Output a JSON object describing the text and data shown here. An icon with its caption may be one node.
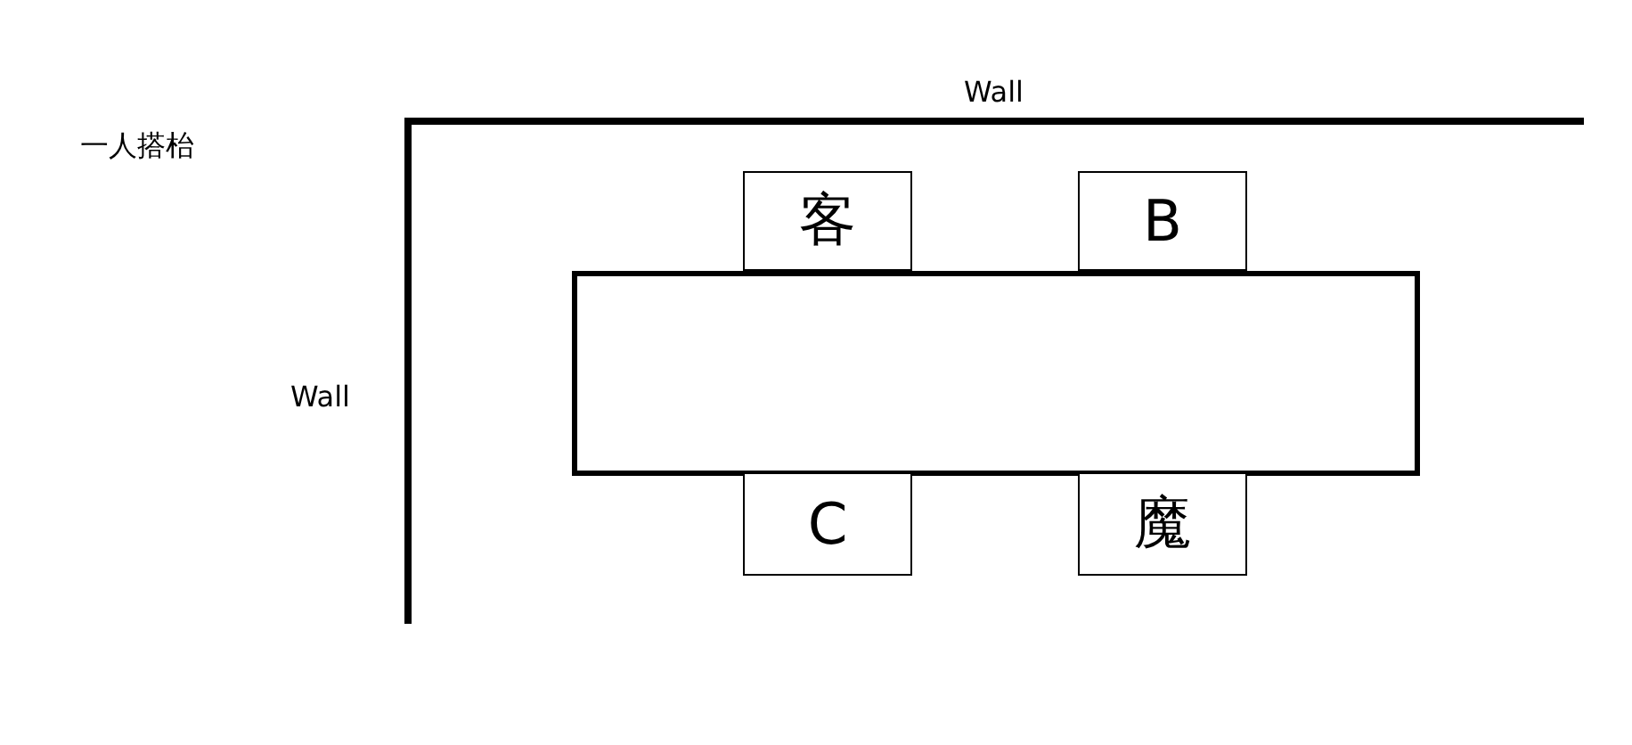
{
  "diagram": {
    "nodes": [
      {
        "text": [
          "客"
        ]
      },
      {
        "text": [
          "B"
        ]
      },
      {
        "text": [],
        "shape": "box"
      },
      {
        "text": [
          "C"
        ]
      },
      {
        "text": [
          "魔"
        ]
      }
    ],
    "labels": [
      "Wall",
      "一人搭枱",
      "Wall"
    ]
  }
}
